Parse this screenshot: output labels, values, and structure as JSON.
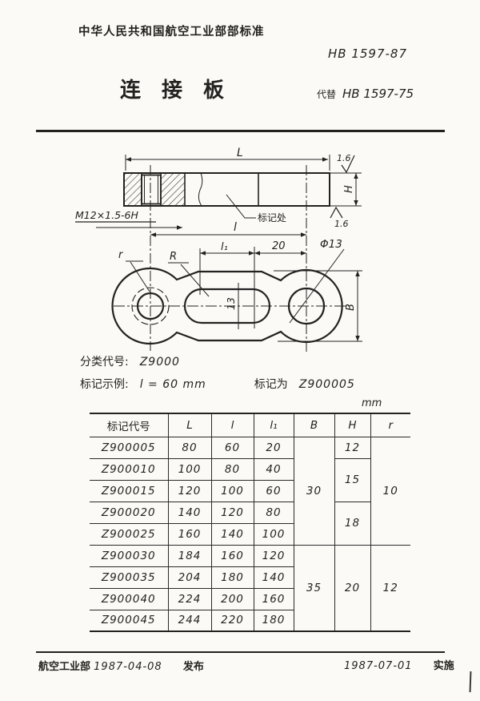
{
  "page": {
    "ink": "#232220",
    "paper": "#fbfaf7"
  },
  "header": {
    "org_line": "中华人民共和国航空工业部部标准",
    "std_no": "HB 1597-87",
    "title": "连接板",
    "replaces_label": "代替",
    "replaces_no": "HB 1597-75"
  },
  "drawing": {
    "side_view": {
      "dim_L": "L",
      "surface_finish_top": "1.6",
      "surface_finish_bottom": "1.6",
      "dim_H": "H",
      "thread_callout": "M12×1.5-6H",
      "marking_note": "标记处"
    },
    "shared": {
      "dim_l": "l"
    },
    "top_view": {
      "dim_l1": "l₁",
      "dim_20": "20",
      "hole_callout": "Φ13",
      "radius_r": "r",
      "radius_R": "R",
      "slot_width": "13",
      "dim_B": "B"
    }
  },
  "notes": {
    "class_label": "分类代号:",
    "class_code": "Z9000",
    "example_label": "标记示例:",
    "example_value": "l = 60 mm",
    "marking_label": "标记为",
    "marking_value": "Z900005"
  },
  "table": {
    "units": "mm",
    "headers": [
      "标记代号",
      "L",
      "l",
      "l₁",
      "B",
      "H",
      "r"
    ],
    "rows": [
      [
        "Z900005",
        "80",
        "60",
        "20",
        {
          "t": "30",
          "rs": 5
        },
        {
          "t": "12",
          "rs": 1
        },
        {
          "t": "10",
          "rs": 5
        }
      ],
      [
        "Z900010",
        "100",
        "80",
        "40",
        {
          "t": "15",
          "rs": 2
        }
      ],
      [
        "Z900015",
        "120",
        "100",
        "60"
      ],
      [
        "Z900020",
        "140",
        "120",
        "80",
        {
          "t": "18",
          "rs": 2
        }
      ],
      [
        "Z900025",
        "160",
        "140",
        "100"
      ],
      [
        "Z900030",
        "184",
        "160",
        "120",
        {
          "t": "35",
          "rs": 4
        },
        {
          "t": "20",
          "rs": 4
        },
        {
          "t": "12",
          "rs": 4
        }
      ],
      [
        "Z900035",
        "204",
        "180",
        "140"
      ],
      [
        "Z900040",
        "224",
        "200",
        "160"
      ],
      [
        "Z900045",
        "244",
        "220",
        "180"
      ]
    ]
  },
  "footer": {
    "org": "航空工业部",
    "issue_date": "1987-04-08",
    "issue_label": "发布",
    "impl_date": "1987-07-01",
    "impl_label": "实施"
  }
}
